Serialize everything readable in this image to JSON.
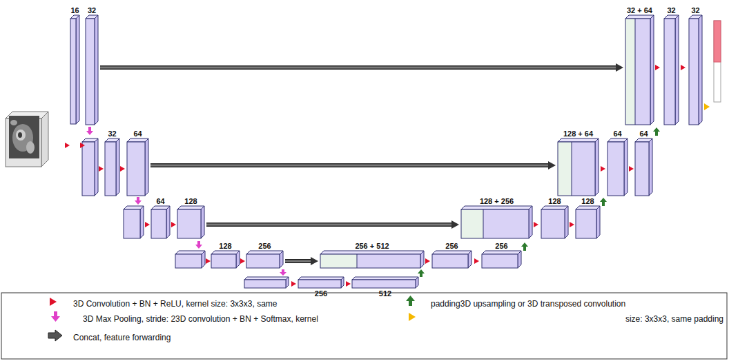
{
  "diagram": {
    "nodes": [
      {
        "text": [
          "16"
        ]
      },
      {
        "text": [
          "32"
        ]
      },
      {
        "text": [
          "32 + 64"
        ]
      },
      {
        "text": [
          "32"
        ]
      },
      {
        "text": [
          "32"
        ]
      },
      {
        "text": [
          "32"
        ]
      },
      {
        "text": [
          "64"
        ]
      },
      {
        "text": [
          "128 + 64"
        ]
      },
      {
        "text": [
          "64"
        ]
      },
      {
        "text": [
          "64"
        ]
      },
      {
        "text": [
          "64"
        ]
      },
      {
        "text": [
          "128"
        ]
      },
      {
        "text": [
          "128 + 256"
        ]
      },
      {
        "text": [
          "128"
        ]
      },
      {
        "text": [
          "128"
        ]
      },
      {
        "text": [
          "128"
        ]
      },
      {
        "text": [
          "256"
        ]
      },
      {
        "text": [
          "256 + 512"
        ]
      },
      {
        "text": [
          "256"
        ]
      },
      {
        "text": [
          "256"
        ]
      },
      {
        "text": [
          "256"
        ]
      },
      {
        "text": [
          "512"
        ]
      }
    ],
    "edges": [
      {
        "from": 1,
        "to": 2,
        "arrow": "to"
      },
      {
        "from": 6,
        "to": 7,
        "arrow": "to"
      },
      {
        "from": 11,
        "to": 12,
        "arrow": "to"
      },
      {
        "from": 16,
        "to": 17,
        "arrow": "to"
      }
    ],
    "legend": [
      {
        "text": "3D Convolution + BN + ReLU, kernel size: 3x3x3, same"
      },
      {
        "text": "padding3D upsampling or 3D transposed convolution"
      },
      {
        "text": "3D Max Pooling, stride: 23D convolution + BN + Softmax, kernel"
      },
      {
        "text": "size: 3x3x3, same padding"
      },
      {
        "text": "Concat, feature forwarding"
      }
    ]
  }
}
